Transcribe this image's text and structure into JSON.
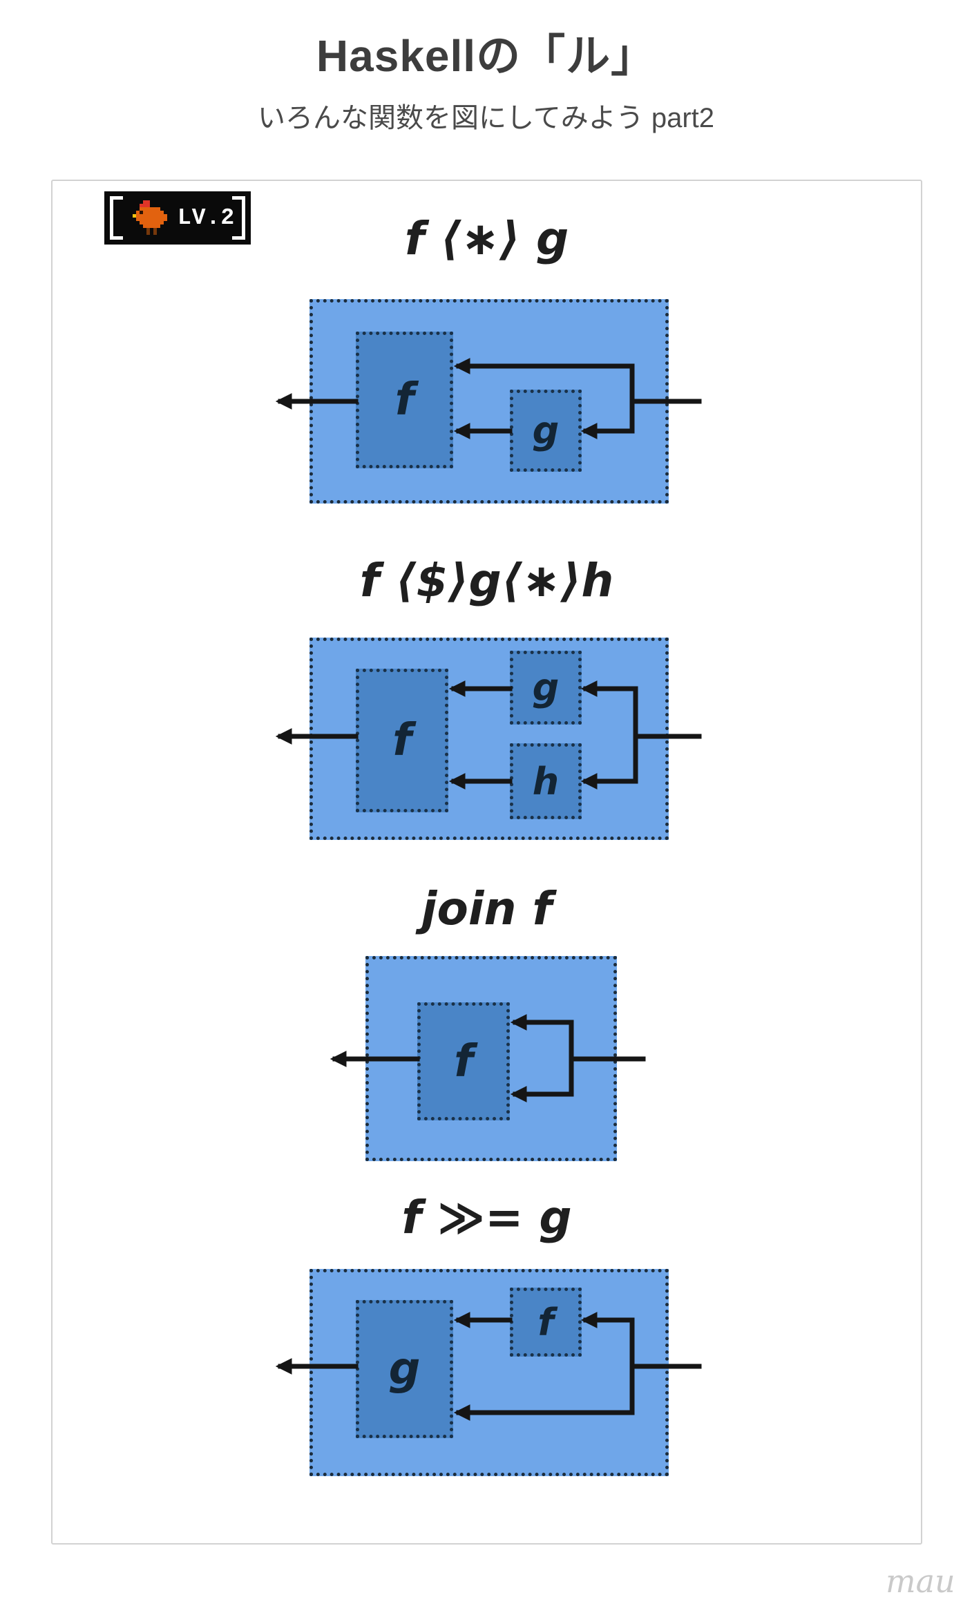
{
  "header": {
    "title": "Haskellの「ル」",
    "subtitle": "いろんな関数を図にしてみよう part2"
  },
  "badge": {
    "label": "LV.2",
    "icon": "pixel-chicken-icon"
  },
  "diagrams": [
    {
      "title": "f ⟨∗⟩ g",
      "boxes": [
        {
          "label": "f"
        },
        {
          "label": "g"
        }
      ]
    },
    {
      "title": "f ⟨$⟩g⟨∗⟩h",
      "boxes": [
        {
          "label": "f"
        },
        {
          "label": "g"
        },
        {
          "label": "h"
        }
      ]
    },
    {
      "title": "join f",
      "boxes": [
        {
          "label": "f"
        }
      ]
    },
    {
      "title": "f ≫= g",
      "boxes": [
        {
          "label": "g"
        },
        {
          "label": "f"
        }
      ]
    }
  ],
  "signature": "mau",
  "colors": {
    "outer_box_fill": "#6FA6E9",
    "inner_box_fill": "#4A85C7",
    "box_border": "#1C2C3B",
    "arrow": "#151515",
    "badge_bg": "#0A0A0A",
    "badge_fg": "#FFFFFF",
    "chicken_orange": "#E2620F",
    "chicken_red": "#E03528"
  }
}
